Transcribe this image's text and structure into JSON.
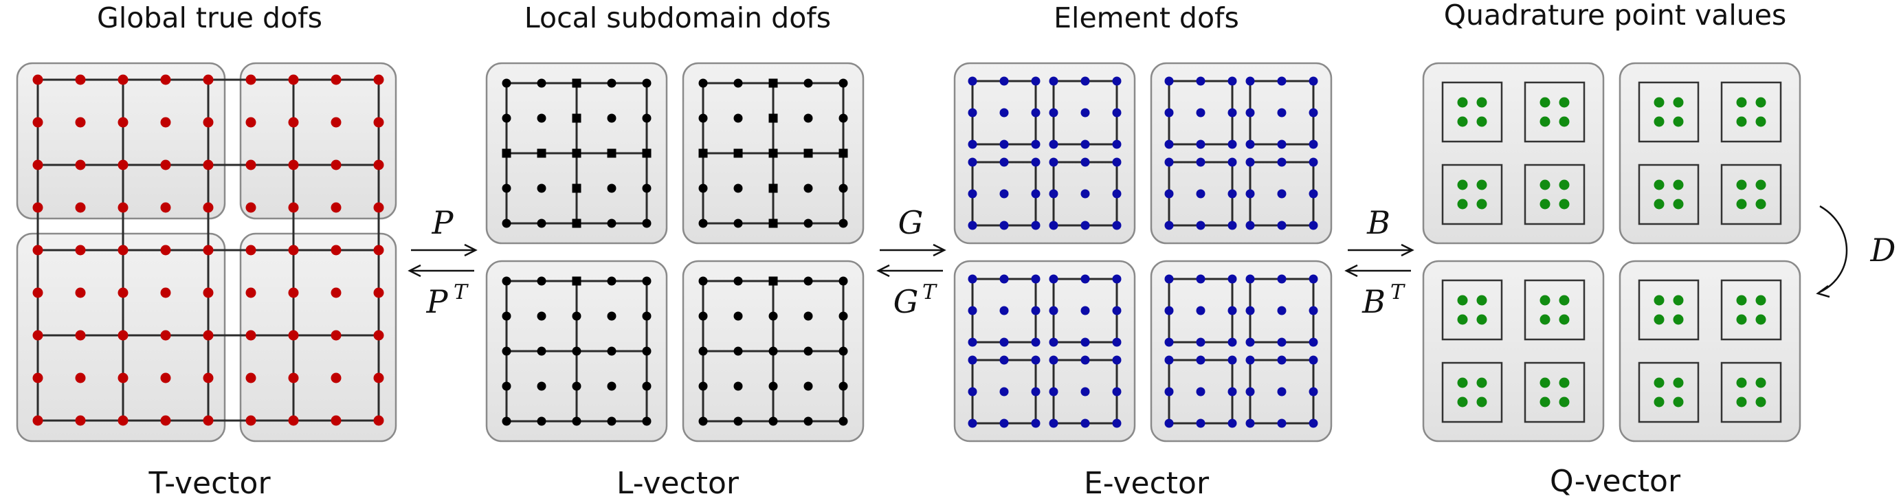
{
  "stages": [
    {
      "key": "t",
      "title": "Global true dofs",
      "caption": "T-vector"
    },
    {
      "key": "l",
      "title": "Local subdomain dofs",
      "caption": "L-vector"
    },
    {
      "key": "e",
      "title": "Element dofs",
      "caption": "E-vector"
    },
    {
      "key": "q",
      "title": "Quadrature point values",
      "caption": "Q-vector"
    }
  ],
  "operators": [
    {
      "forward": "P",
      "backward": "P",
      "backward_superscript": "T"
    },
    {
      "forward": "G",
      "backward": "G",
      "backward_superscript": "T"
    },
    {
      "forward": "B",
      "backward": "B",
      "backward_superscript": "T"
    }
  ],
  "side_operator": "D",
  "colors": {
    "t_dofs": "#c00000",
    "l_dofs": "#000000",
    "e_dofs": "#0b0ba8",
    "q_points": "#118c11",
    "panel_fill": "#e9e9e9",
    "panel_border": "#8a8a8a",
    "grid_lines": "#2b2b2b"
  }
}
